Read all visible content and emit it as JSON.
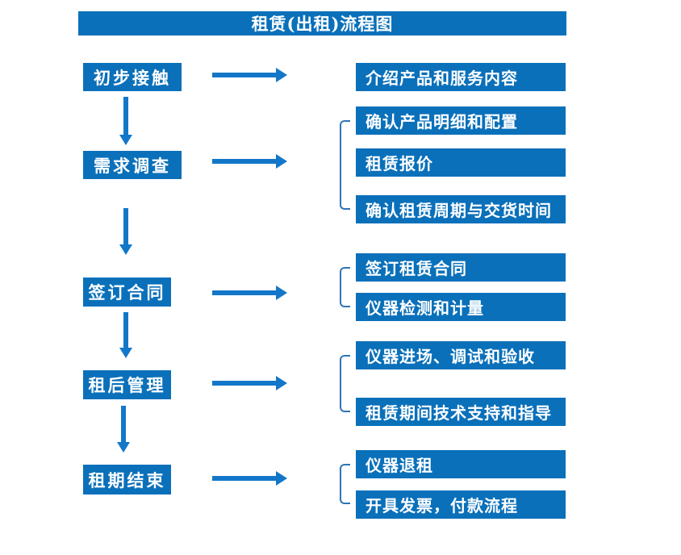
{
  "title": "租赁(出租)流程图",
  "colors": {
    "box": "#0a70ba",
    "arrow": "#1377c9",
    "bracket": "#2e75b6",
    "text": "#ffffff",
    "bg": "#ffffff"
  },
  "steps": [
    {
      "label": "初步接触",
      "items": [
        "介绍产品和服务内容"
      ]
    },
    {
      "label": "需求调查",
      "items": [
        "确认产品明细和配置",
        "租赁报价",
        "确认租赁周期与交货时间"
      ]
    },
    {
      "label": "签订合同",
      "items": [
        "签订租赁合同",
        "仪器检测和计量"
      ]
    },
    {
      "label": "租后管理",
      "items": [
        "仪器进场、调试和验收",
        "租赁期间技术支持和指导"
      ]
    },
    {
      "label": "租期结束",
      "items": [
        "仪器退租",
        "开具发票，付款流程"
      ]
    }
  ]
}
